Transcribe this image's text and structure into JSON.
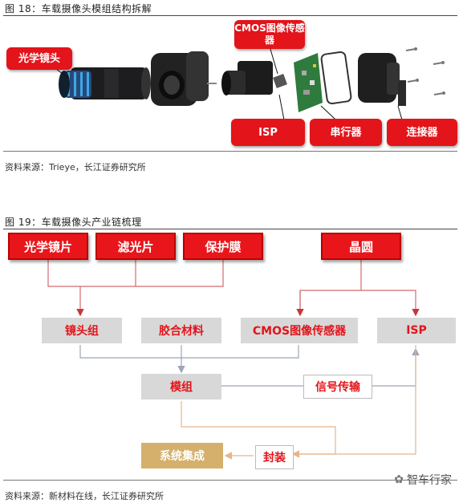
{
  "figure18": {
    "title": "图 18：车载摄像头模组结构拆解",
    "labels": {
      "optical_lens": "光学镜头",
      "cmos_sensor": "CMOS图像传感器",
      "isp": "ISP",
      "serializer": "串行器",
      "connector": "连接器"
    },
    "source": "资料来源：Trieye，长江证券研究所"
  },
  "figure19": {
    "title": "图 19：车载摄像头产业链梳理",
    "top_boxes": {
      "optical_lens": "光学镜片",
      "filter": "滤光片",
      "protective_film": "保护膜",
      "wafer": "晶圆"
    },
    "middle_boxes": {
      "lens_group": "镜头组",
      "adhesive": "胶合材料",
      "cmos_sensor": "CMOS图像传感器",
      "isp": "ISP"
    },
    "module": "模组",
    "signal": "信号传输",
    "packaging": "封装",
    "system": "系统集成",
    "source": "资料来源：新材料在线，长江证券研究所"
  },
  "watermark": "智车行家"
}
